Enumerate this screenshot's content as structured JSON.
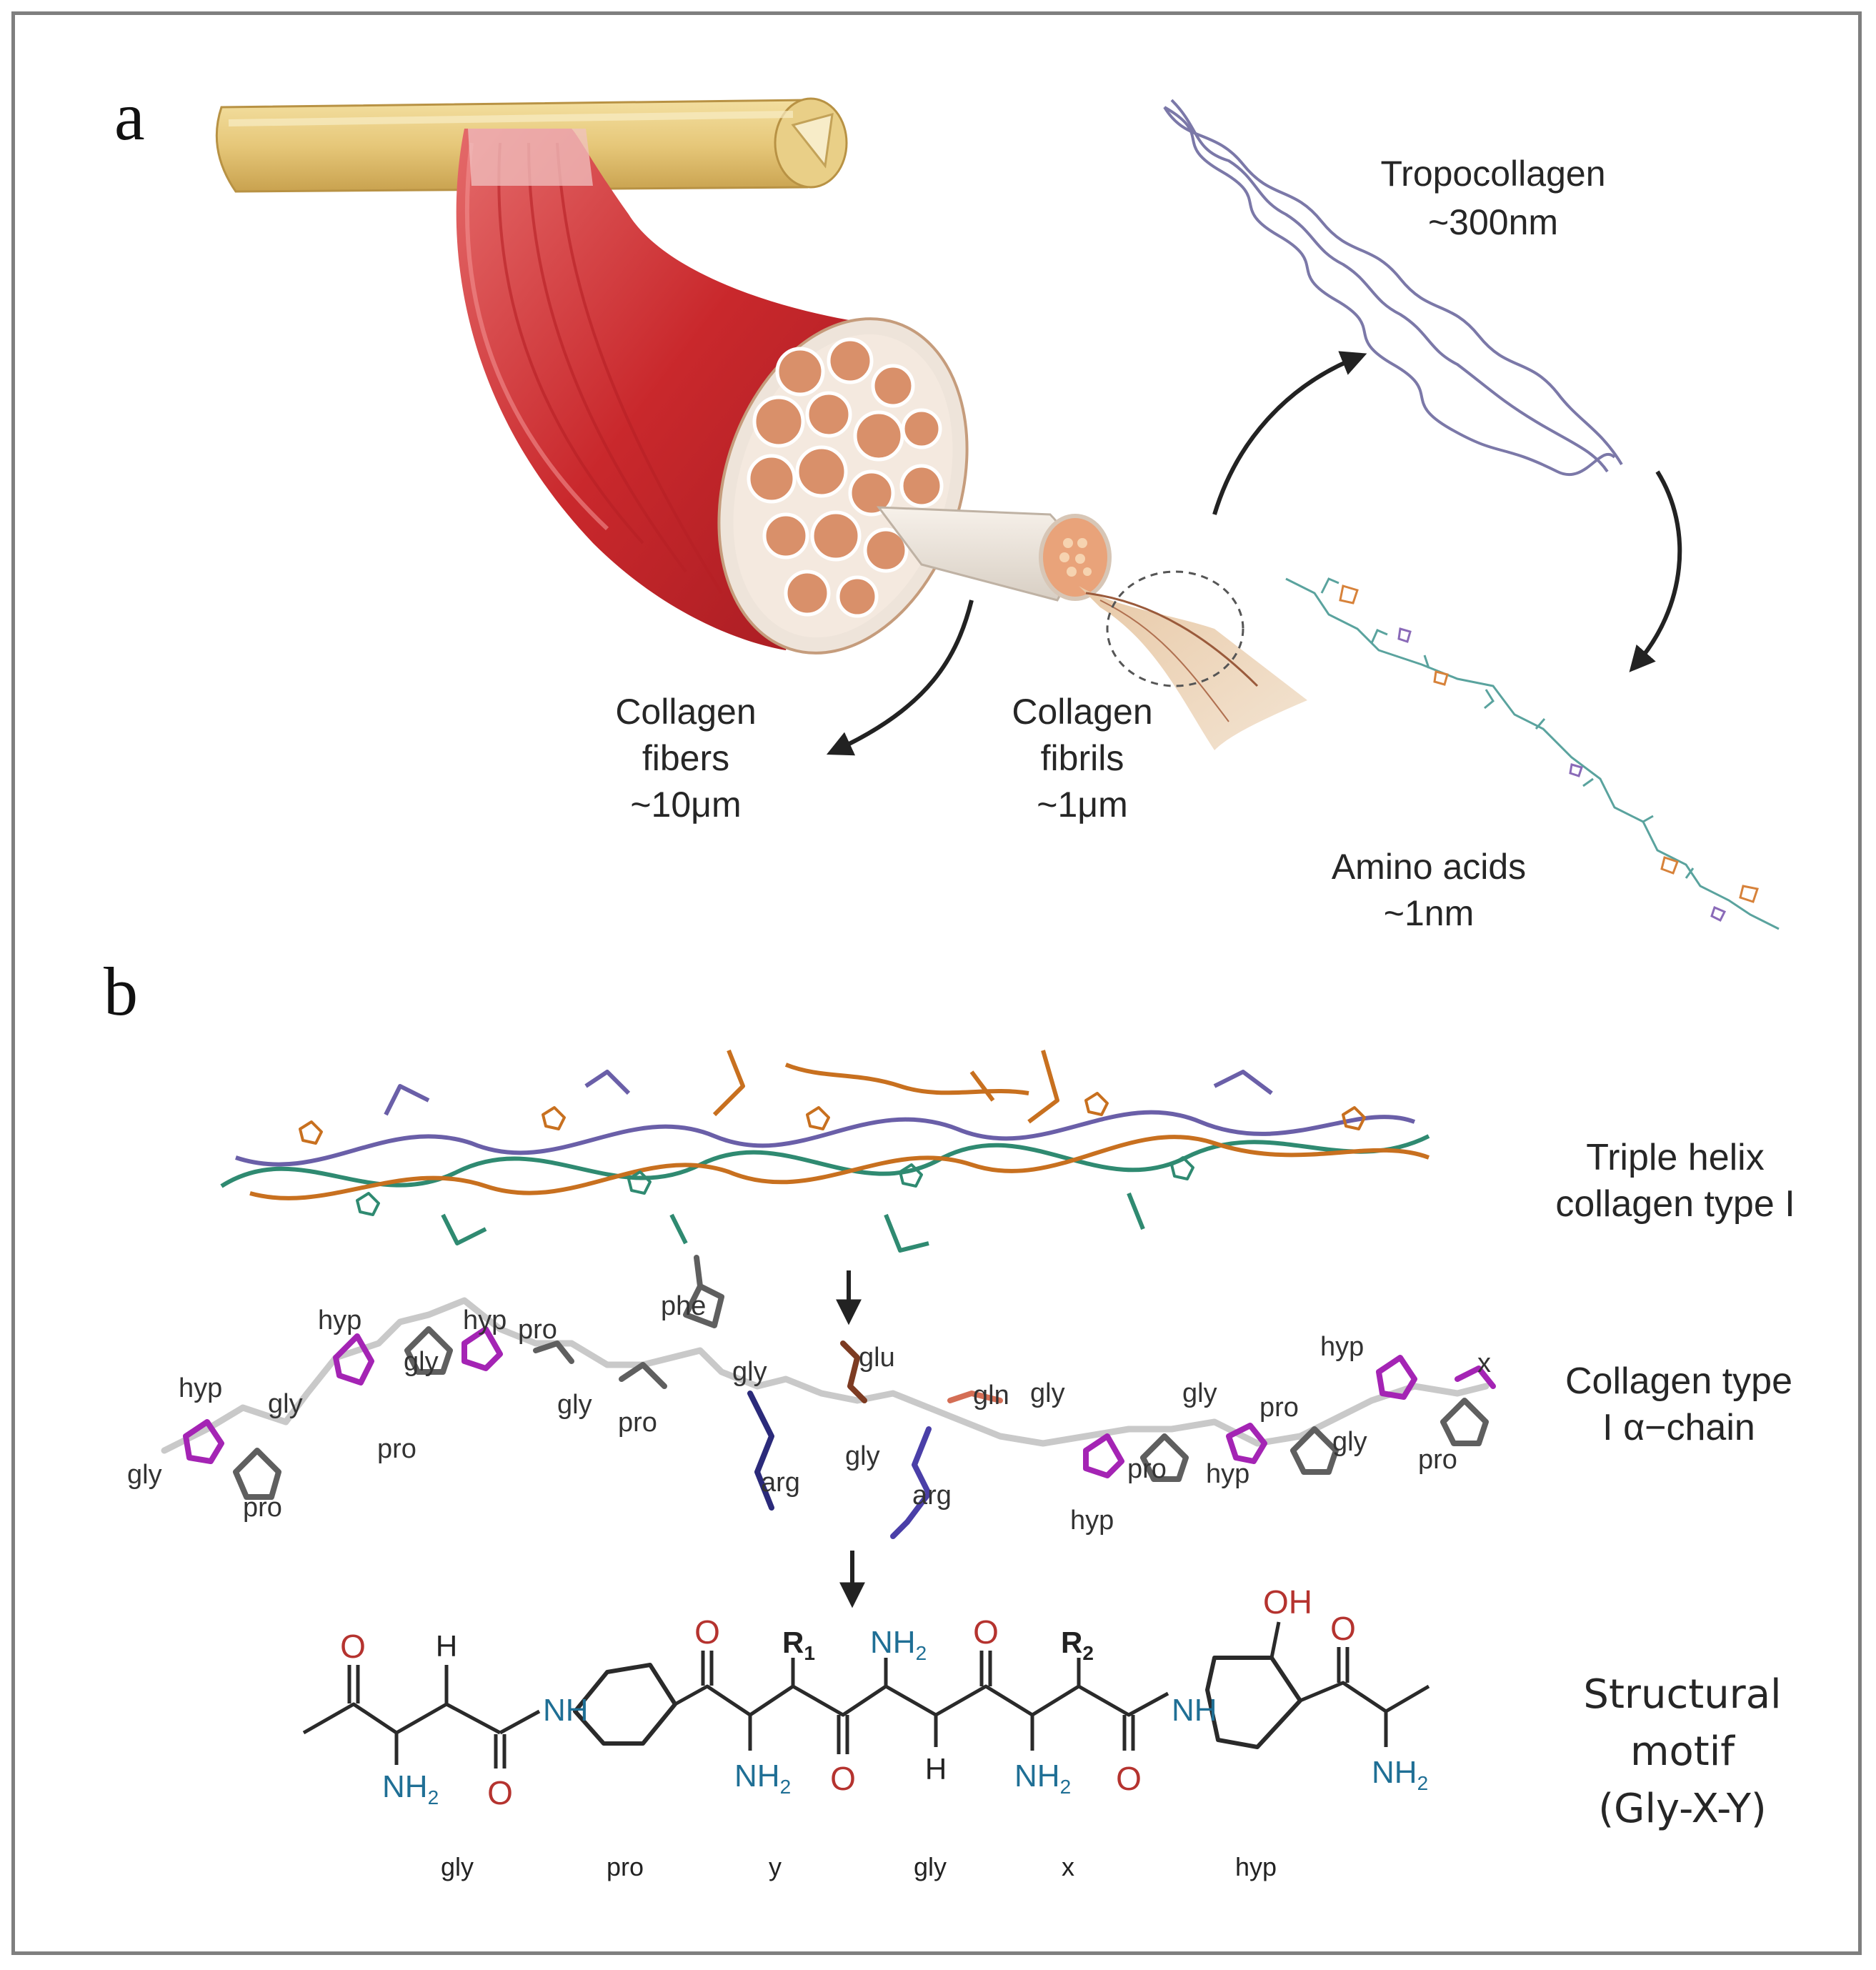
{
  "panels": {
    "a": {
      "letter": "a",
      "tropocollagen": {
        "name": "Tropocollagen",
        "size": "~300nm"
      },
      "fibers": {
        "name1": "Collagen",
        "name2": "fibers",
        "size": "~10μm"
      },
      "fibrils": {
        "name1": "Collagen",
        "name2": "fibrils",
        "size": "~1μm"
      },
      "amino": {
        "name": "Amino acids",
        "size": "~1nm"
      }
    },
    "b": {
      "letter": "b",
      "triple": {
        "line1": "Triple helix",
        "line2": "collagen type I"
      },
      "alpha": {
        "line1": "Collagen type",
        "line2": "I α−chain"
      },
      "motif": {
        "line1": "Structural",
        "line2": "motif",
        "line3": "(Gly-X-Y)"
      }
    }
  },
  "residues": {
    "r1": "gly",
    "r2": "hyp",
    "r3": "pro",
    "r4": "gly",
    "r5": "hyp",
    "r6": "pro",
    "r7": "gly",
    "r8": "hyp",
    "r9": "pro",
    "r10": "gly",
    "r11": "phe",
    "r12": "pro",
    "r13": "gly",
    "r14": "arg",
    "r15": "glu",
    "r16": "gly",
    "r17": "arg",
    "r18": "gln",
    "r19": "gly",
    "r20": "pro",
    "r21": "hyp",
    "r22": "gly",
    "r23": "pro",
    "r24": "hyp",
    "r25": "gly",
    "r26": "hyp",
    "r27": "pro",
    "r28": "x"
  },
  "motif_atoms": {
    "o1": "O",
    "h1": "H",
    "nh2a": "NH",
    "nh_ring1": "NH",
    "o2": "O",
    "o3": "O",
    "r1": "R",
    "r1sub": "1",
    "nh2b": "NH",
    "nh2c": "NH",
    "o4": "O",
    "o5": "O",
    "h2": "H",
    "r2": "R",
    "r2sub": "2",
    "nh2d": "NH",
    "o6": "O",
    "nh_ring2": "NH",
    "oh": "OH",
    "o7": "O",
    "nh2e": "NH",
    "sub2": "2"
  },
  "motif_labels": [
    "gly",
    "pro",
    "y",
    "gly",
    "x",
    "hyp"
  ]
}
